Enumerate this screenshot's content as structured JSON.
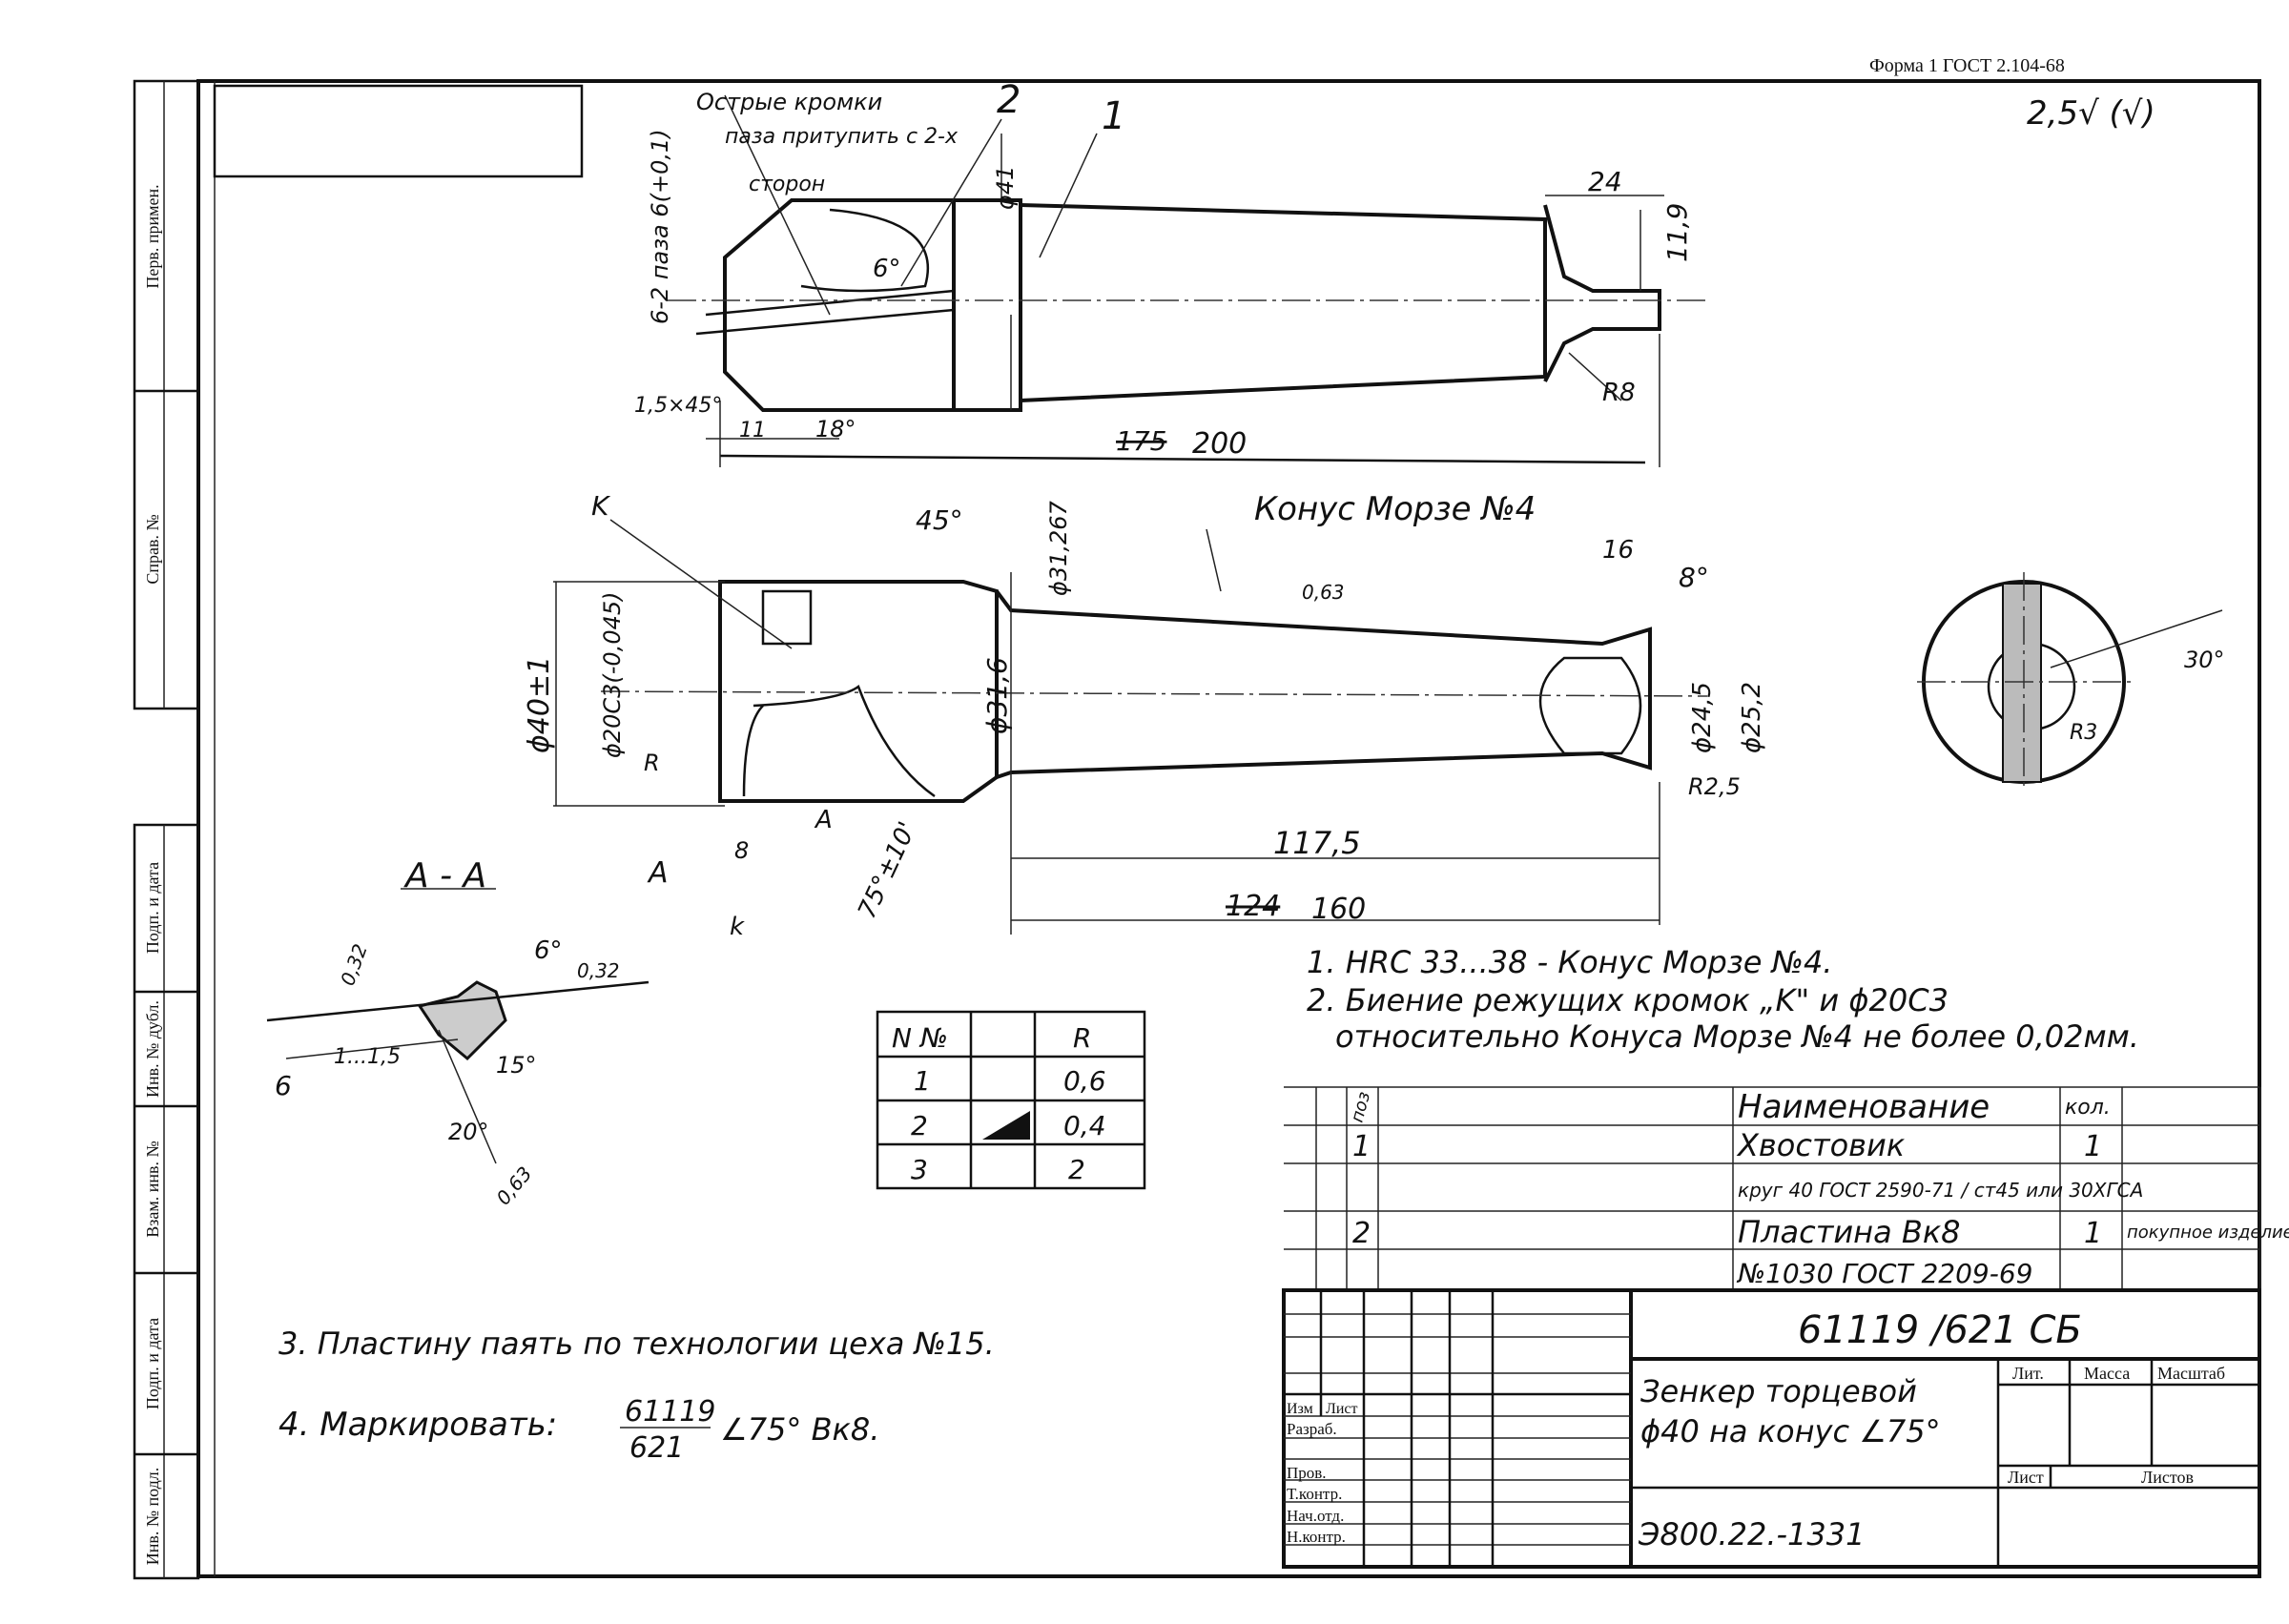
{
  "form_label": "Форма 1 ГОСТ 2.104-68",
  "roughness_general": "2,5√ (√)",
  "side_strip": [
    "Перв. примен.",
    "Справ. №",
    "Подп. и дата",
    "Инв. № дубл.",
    "Взам. инв. №",
    "Подп. и дата",
    "Инв. № подл."
  ],
  "top_view": {
    "note_sharp": [
      "Острые кромки",
      "паза притупить с 2-х",
      "сторон"
    ],
    "pos1": "1",
    "pos2": "2",
    "d41": "ϕ41",
    "slots": "6-2 паза 6(+0,1)",
    "chamfer": "1,5×45°",
    "angle6": "6°",
    "dim11": "11",
    "angle18": "18°",
    "dim24": "24",
    "dim11_9": "11,9",
    "r8": "R8",
    "length_old": "175",
    "length": "200"
  },
  "main_view": {
    "label_k": "K",
    "morse": "Конус Морзе №4",
    "angle45": "45°",
    "d31_267": "ϕ31,267",
    "d20": "ϕ20C3(-0,045)",
    "d40": "ϕ40±1",
    "d31_6": "ϕ31,6",
    "rough063": "0,63",
    "dim16": "16",
    "angle8": "8°",
    "d24_5": "ϕ24,5",
    "d25_2": "ϕ25,2",
    "r25": "R2,5",
    "label_r": "R",
    "label_a": "A",
    "dim8": "8",
    "angle75": "75°±10'",
    "label_k2": "k",
    "dim117_5": "117,5",
    "length_old": "124",
    "length": "160"
  },
  "end_view": {
    "angle30": "30°",
    "r3": "R3"
  },
  "section": {
    "title": "А - А",
    "angle6": "6°",
    "rough032a": "0,32",
    "rough032b": "0,32",
    "dim6": "6",
    "dim1_15": "1...1,5",
    "angle15": "15°",
    "angle20": "20°",
    "rough063": "0,63"
  },
  "r_table": {
    "headers": [
      "N №",
      "",
      "R"
    ],
    "rows": [
      [
        "1",
        "",
        "0,6"
      ],
      [
        "2",
        "",
        "0,4"
      ],
      [
        "3",
        "",
        "2"
      ]
    ]
  },
  "notes_right": [
    "1. HRC 33...38 - Конус Морзе №4.",
    "2. Биение режущих кромок „K\" и ϕ20C3",
    "относительно Конуса Морзе №4 не более 0,02мм."
  ],
  "notes_left": [
    "3. Пластину паять по технологии цеха №15.",
    "4. Маркировать:"
  ],
  "marking": {
    "num": "61119",
    "den": "621",
    "rest": "∠75° Вк8."
  },
  "spec": {
    "header_pos": "поз",
    "header_name": "Наименование",
    "header_qty": "кол.",
    "rows": [
      {
        "pos": "1",
        "name": "Хвостовик",
        "qty": "1",
        "note": ""
      },
      {
        "pos": "",
        "name": "круг 40 ГОСТ 2590-71 / ст45 или 30ХГСА",
        "qty": "",
        "note": ""
      },
      {
        "pos": "2",
        "name": "Пластина Вк8",
        "qty": "1",
        "note": "покупное изделие"
      },
      {
        "pos": "",
        "name": "№1030 ГОСТ 2209-69",
        "qty": "",
        "note": ""
      }
    ]
  },
  "title_block": {
    "doc_number": "61119 /621 СБ",
    "name_line1": "Зенкер торцевой",
    "name_line2": "ϕ40 на конус ∠75°",
    "code": "Э800.22.-1331",
    "col_lit": "Лит.",
    "col_mass": "Масса",
    "col_scale": "Масштаб",
    "sheet": "Лист",
    "sheets": "Листов",
    "rows": [
      "Изм",
      "Лист",
      "Разраб.",
      "Пров.",
      "Т.контр.",
      "Нач.отд.",
      "Н.контр."
    ]
  }
}
